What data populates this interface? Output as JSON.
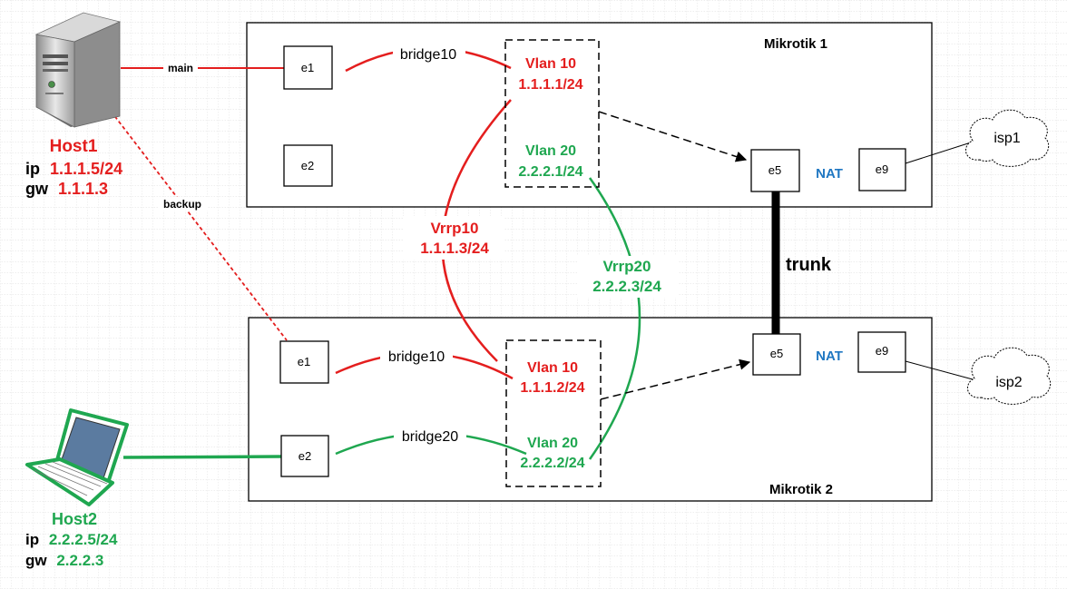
{
  "colors": {
    "red": "#e41e1e",
    "green": "#1fa750",
    "blue": "#1f77c2",
    "black": "#000000",
    "grid": "#cfcfcf"
  },
  "routers": {
    "mikrotik1": {
      "title": "Mikrotik 1",
      "ports": {
        "e1": "e1",
        "e2": "e2",
        "e5": "e5",
        "e9": "e9"
      },
      "bridge10": "bridge10",
      "nat": "NAT",
      "vlan10": {
        "name": "Vlan 10",
        "ip": "1.1.1.1/24"
      },
      "vlan20": {
        "name": "Vlan 20",
        "ip": "2.2.2.1/24"
      }
    },
    "mikrotik2": {
      "title": "Mikrotik 2",
      "ports": {
        "e1": "e1",
        "e2": "e2",
        "e5": "e5",
        "e9": "e9"
      },
      "bridge10": "bridge10",
      "bridge20": "bridge20",
      "nat": "NAT",
      "vlan10": {
        "name": "Vlan 10",
        "ip": "1.1.1.2/24"
      },
      "vlan20": {
        "name": "Vlan 20",
        "ip": "2.2.2.2/24"
      }
    }
  },
  "links": {
    "main": "main",
    "backup": "backup",
    "trunk": "trunk"
  },
  "vrrp": {
    "vrrp10": {
      "name": "Vrrp10",
      "ip": "1.1.1.3/24"
    },
    "vrrp20": {
      "name": "Vrrp20",
      "ip": "2.2.2.3/24"
    }
  },
  "clouds": {
    "isp1": "isp1",
    "isp2": "isp2"
  },
  "host1": {
    "name": "Host1",
    "ip_label": "ip",
    "ip": "1.1.1.5/24",
    "gw_label": "gw",
    "gw": "1.1.1.3"
  },
  "host2": {
    "name": "Host2",
    "ip_label": "ip",
    "ip": "2.2.2.5/24",
    "gw_label": "gw",
    "gw": "2.2.2.3"
  }
}
